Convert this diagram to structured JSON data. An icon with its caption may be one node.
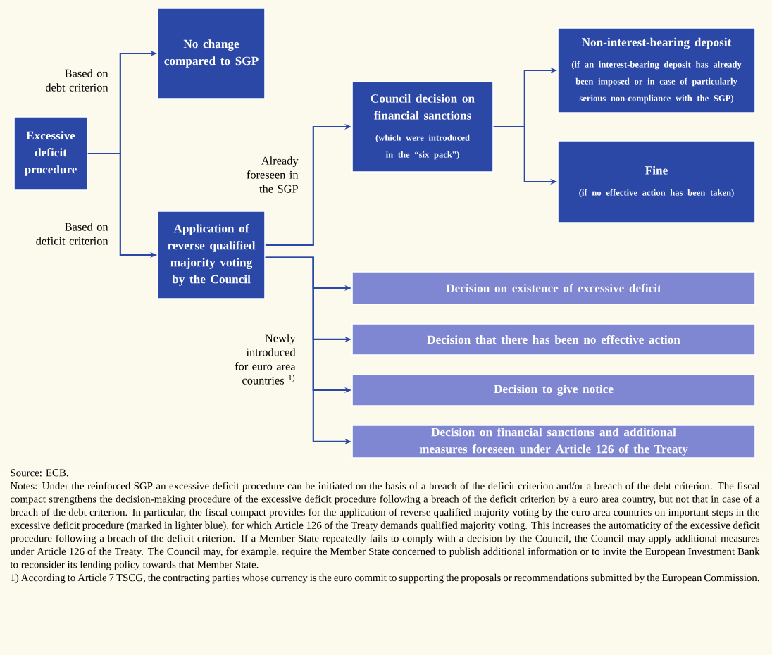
{
  "diagram": {
    "nodes": [
      {
        "text": [
          "Excessive deficit procedure"
        ]
      },
      {
        "text": [
          "No change compared to SGP"
        ]
      },
      {
        "text": [
          "Application of reverse qualified majority voting by the Council"
        ]
      },
      {
        "text": [
          "Council decision on financial sanctions",
          "(which were introduced in the “six pack”)"
        ]
      },
      {
        "text": [
          "Non-interest-bearing deposit",
          "(if an interest-bearing deposit has already been imposed or in case of particularly serious non-compliance with the SGP)"
        ]
      },
      {
        "text": [
          "Fine",
          "(if no effective action has been taken)"
        ]
      },
      {
        "text": [
          "Decision on existence of excessive deficit"
        ]
      },
      {
        "text": [
          "Decision that there has been no effective action"
        ]
      },
      {
        "text": [
          "Decision to give notice"
        ]
      },
      {
        "text": [
          "Decision on financial sanctions and additional measures foreseen under Article 126 of the Treaty"
        ]
      }
    ],
    "edges": [
      {
        "from": 0,
        "to": 1,
        "arrow": "to",
        "label": "Based on debt criterion"
      },
      {
        "from": 0,
        "to": 2,
        "arrow": "to",
        "label": "Based on deficit criterion"
      },
      {
        "from": 2,
        "to": 3,
        "arrow": "to",
        "label": "Already foreseen in the SGP"
      },
      {
        "from": 3,
        "to": 4,
        "arrow": "to"
      },
      {
        "from": 3,
        "to": 5,
        "arrow": "to"
      },
      {
        "from": 2,
        "to": 6,
        "arrow": "to"
      },
      {
        "from": 2,
        "to": 7,
        "arrow": "to",
        "label": "Newly introduced for euro area countries $^{1)}$"
      },
      {
        "from": 2,
        "to": 8,
        "arrow": "to"
      },
      {
        "from": 2,
        "to": 9,
        "arrow": "to"
      }
    ],
    "labels": [
      "Source: ECB.",
      "Notes: Under the reinforced SGP an excessive deficit procedure can be initiated on the basis of a breach of the deficit criterion and/or a breach of the debt criterion. The fiscal compact strengthens the decision-making procedure of the excessive deficit procedure following a breach of the deficit criterion by a euro area country, but not that in case of a breach of the debt criterion. In particular, the fiscal compact provides for the application of reverse qualified majority voting by the euro area countries on important steps in the excessive deficit procedure (marked in lighter blue), for which Article 126 of the Treaty demands qualified majority voting. This increases the automaticity of the excessive deficit procedure following a breach of the deficit criterion. If a Member State repeatedly fails to comply with a decision by the Council, the Council may apply additional measures under Article 126 of the Treaty. The Council may, for example, require the Member State concerned to publish additional information or to invite the European Investment Bank to reconsider its lending policy towards that Member State.",
      "1) According to Article 7 TSCG, the contracting parties whose currency is the euro commit to supporting the proposals or recommendations submitted by the European Commission."
    ]
  }
}
